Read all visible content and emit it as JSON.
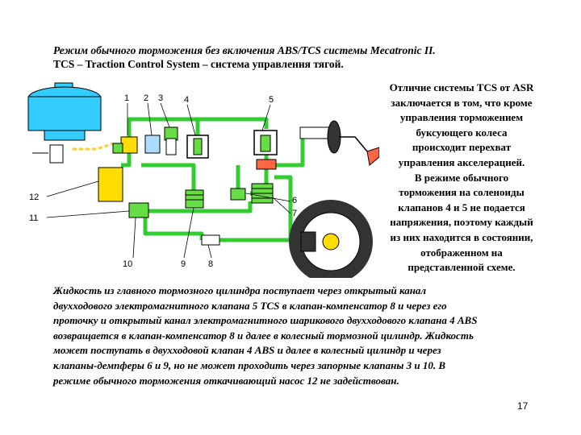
{
  "title": {
    "line1": "Режим обычного торможения без включения ABS/TCS системы Mecatronic II.",
    "line2": "TCS – Traction Control System – система управления тягой."
  },
  "side_note": [
    "Отличие системы TCS от ASR",
    "заключается в том, что кроме",
    "управления торможением",
    "буксующего колеса",
    "происходит перехват",
    "управления акселерацией.",
    "В режиме обычного",
    "торможения на соленоиды",
    "клапанов 4 и 5 не подается",
    "напряжения, поэтому каждый",
    "из них находится в состоянии,",
    "отображенном на",
    "представленной схеме."
  ],
  "body_text": [
    "Жидкость из главного тормозного цилиндра поступает через открытый канал",
    "двухходового электромагнитного клапана 5 TCS в клапан-компенсатор 8 и через его",
    "проточку и открытый канал электромагнитного шарикового двухходового клапана 4 ABS",
    "возвращается в клапан-компенсатор 8 и далее в колесный тормозной цилиндр. Жидкость",
    "может поступать в двухходовой клапан 4 ABS  и далее в колесный цилиндр и через",
    "клапаны-демпферы 6 и 9, но не может проходить через запорные клапаны 3 и 10. В",
    "режиме обычного торможения откачивающий насос 12 не задействован."
  ],
  "page_number": "17",
  "diagram": {
    "labels": {
      "n1": "1",
      "n2": "2",
      "n3": "3",
      "n4": "4",
      "n5": "5",
      "n6": "6",
      "n7": "7",
      "n8": "8",
      "n9": "9",
      "n10": "10",
      "n11": "11",
      "n12": "12"
    },
    "colors": {
      "line_green": "#33cc33",
      "line_yellow": "#ffcc33",
      "reservoir_blue": "#33ccff",
      "accumulator_yellow": "#ffdd00",
      "wheel_dark": "#333333",
      "pedal_red": "#ff6644",
      "valve_green": "#66dd44"
    }
  }
}
